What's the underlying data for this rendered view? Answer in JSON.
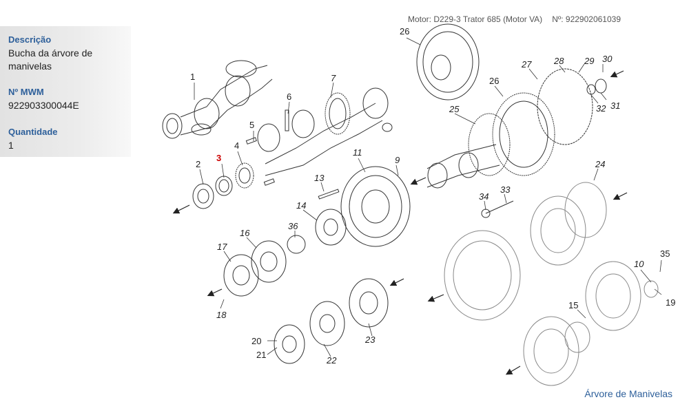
{
  "header": {
    "motor_text": "Motor: D229-3 Trator 685 (Motor VA)",
    "number_text": "Nº: 922902061039"
  },
  "sidebar": {
    "description_label": "Descrição",
    "description_value": "Bucha da árvore de manivelas",
    "mwm_label": "Nº MWM",
    "mwm_value": "922903300044E",
    "quantity_label": "Quantidade",
    "quantity_value": "1"
  },
  "diagram": {
    "highlight_color": "#cc0000",
    "selected_callout": "3",
    "callouts": [
      "1",
      "2",
      "3",
      "4",
      "5",
      "6",
      "7",
      "9",
      "10",
      "11",
      "13",
      "14",
      "15",
      "16",
      "17",
      "18",
      "19",
      "20",
      "21",
      "22",
      "23",
      "24",
      "25",
      "26",
      "27",
      "28",
      "29",
      "30",
      "31",
      "32",
      "33",
      "34",
      "35",
      "36"
    ]
  },
  "footer": {
    "link_label": "Árvore de Manivelas"
  }
}
